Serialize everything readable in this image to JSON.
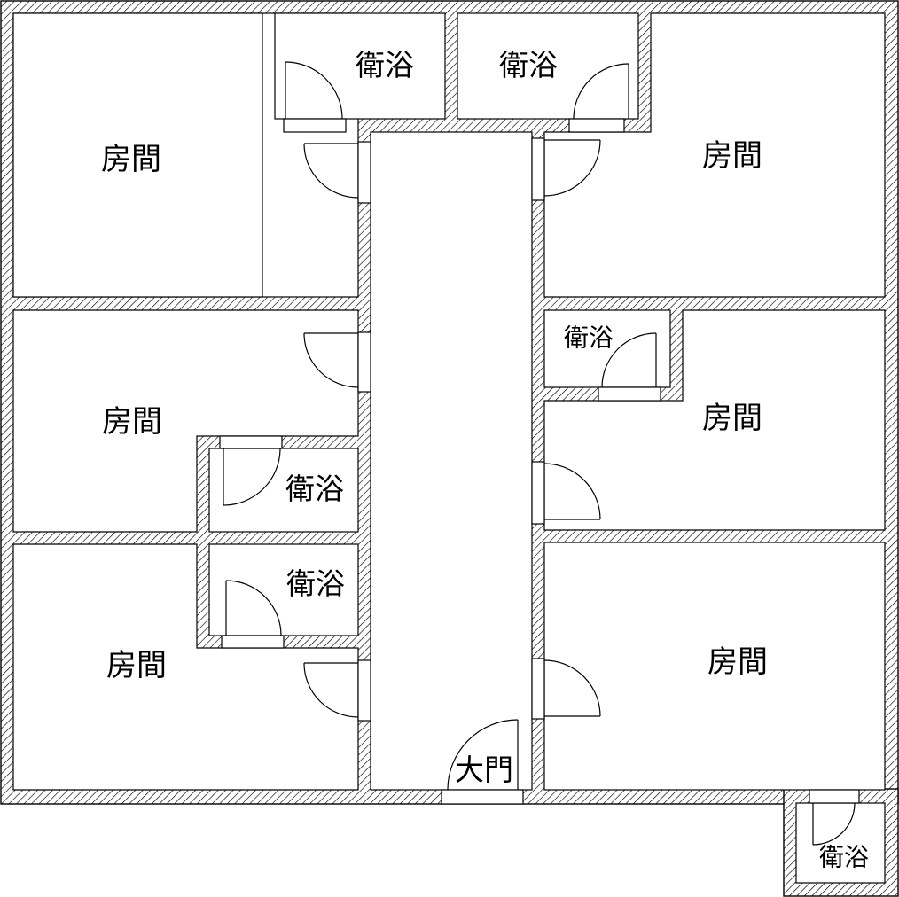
{
  "plan": {
    "labels": {
      "room": "房間",
      "bathroom": "衛浴",
      "main_door": "大門"
    }
  }
}
